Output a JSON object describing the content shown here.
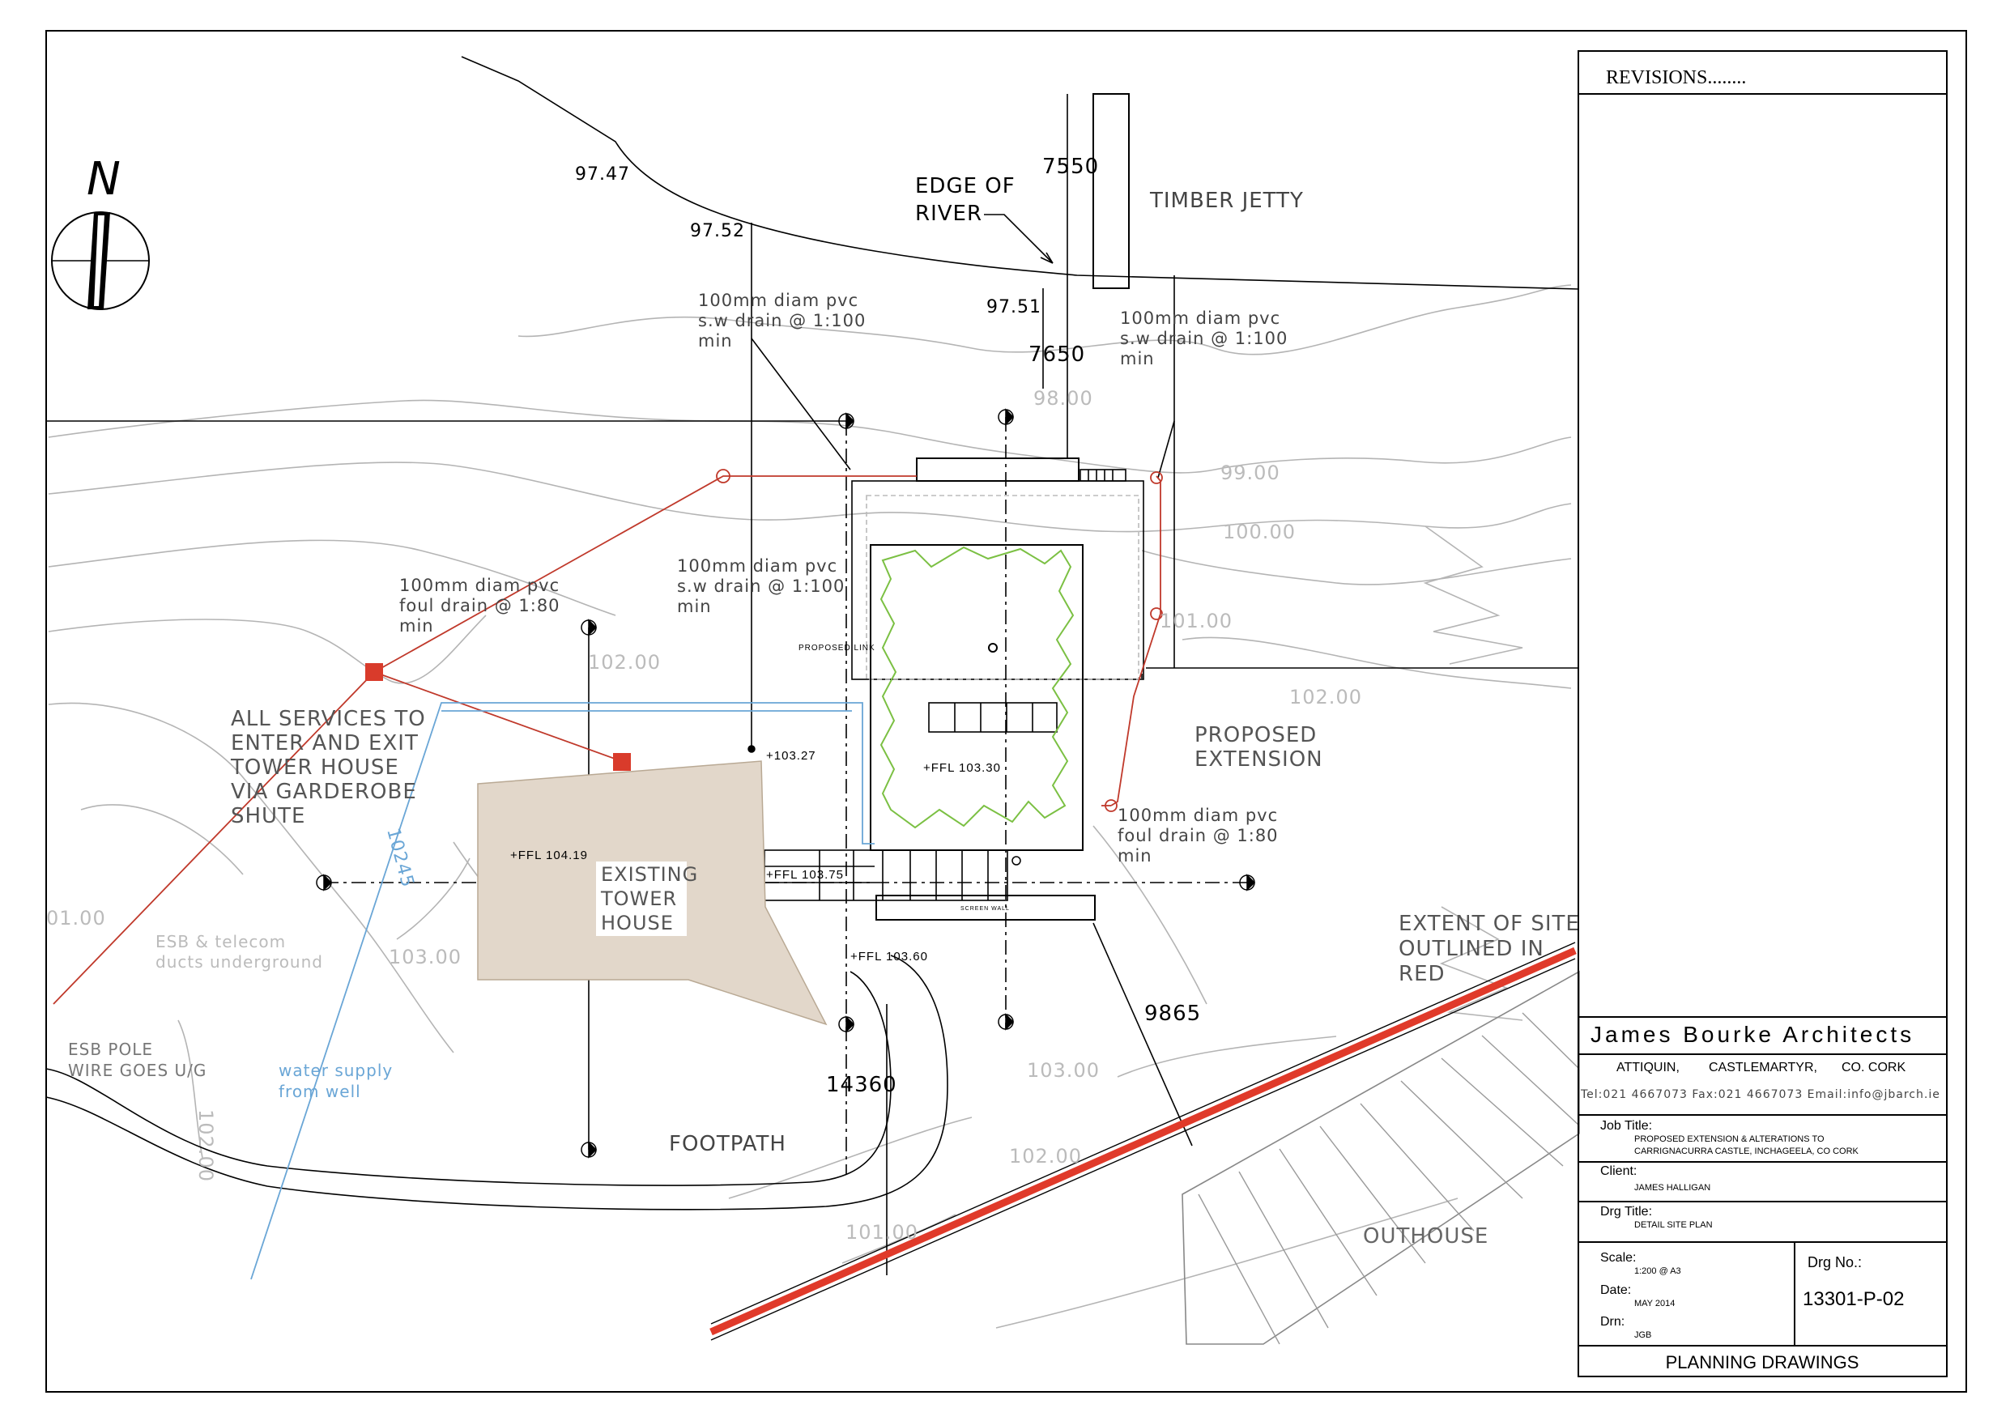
{
  "title_block": {
    "revisions": "REVISIONS........",
    "firm": "James Bourke Architects",
    "addr_1": "ATTIQUIN,",
    "addr_2": "CASTLEMARTYR,",
    "addr_3": "CO. CORK",
    "contact": "Tel:021  4667073  Fax:021  4667073  Email:info@jbarch.ie",
    "job_title_label": "Job Title:",
    "job_title_line1": "PROPOSED EXTENSION  & ALTERATIONS TO",
    "job_title_line2": "CARRIGNACURRA CASTLE, INCHAGEELA, CO CORK",
    "client_label": "Client:",
    "client": "JAMES HALLIGAN",
    "drg_title_label": "Drg Title:",
    "drg_title": "DETAIL SITE PLAN",
    "scale_label": "Scale:",
    "scale": "1:200 @ A3",
    "drg_no_label": "Drg No.:",
    "drg_no": "13301-P-02",
    "date_label": "Date:",
    "date": "MAY 2014",
    "drn_label": "Drn:",
    "drn": "JGB",
    "footer": "PLANNING DRAWINGS"
  },
  "plan": {
    "north": "N",
    "edge_of_river_1": "EDGE OF",
    "edge_of_river_2": "RIVER",
    "timber_jetty": "TIMBER JETTY",
    "level_9747": "97.47",
    "level_9752": "97.52",
    "level_9751": "97.51",
    "dim_7550": "7550",
    "dim_7650": "7650",
    "drain_a_1": "100mm  diam  pvc",
    "drain_a_2": "s.w  drain  @  1:100",
    "drain_a_3": "min",
    "drain_b_1": "100mm  diam  pvc",
    "drain_b_2": "s.w  drain  @  1:100",
    "drain_b_3": "min",
    "drain_c_1": "100mm  diam  pvc",
    "drain_c_2": "s.w  drain  @  1:100",
    "drain_c_3": "min",
    "foul_a_1": "100mm  diam  pvc",
    "foul_a_2": "foul  drain  @  1:80",
    "foul_a_3": "min",
    "foul_b_1": "100mm  diam  pvc",
    "foul_b_2": "foul  drain  @  1:80",
    "foul_b_3": "min",
    "services_1": "ALL  SERVICES  TO",
    "services_2": "ENTER  AND  EXIT",
    "services_3": "TOWER  HOUSE",
    "services_4": "VIA  GARDEROBE",
    "services_5": "SHUTE",
    "contour_98": "98.00",
    "contour_99": "99.00",
    "contour_100": "100.00",
    "contour_101a": "101.00",
    "contour_102a": "102.00",
    "contour_102b": "102.00",
    "contour_103a": "103.00",
    "contour_103b": "103.00",
    "contour_102c": "102.00",
    "contour_101b": "101.00",
    "contour_101c": "01.00",
    "contour_side": "102.00",
    "proposed_link": "PROPOSED LINK",
    "ffl_10327": "+103.27",
    "ffl_10330": "+FFL 103.30",
    "ffl_10419": "+FFL 104.19",
    "ffl_10375": "+FFL 103.75",
    "ffl_10360": "+FFL 103.60",
    "existing_1": "EXISTING",
    "existing_2": "TOWER",
    "existing_3": "HOUSE",
    "proposed_ext_1": "PROPOSED",
    "proposed_ext_2": "EXTENSION",
    "screen_wall": "SCREEN WALL",
    "dim_10245": "10245",
    "esb_ducts_1": "ESB  &  telecom",
    "esb_ducts_2": "ducts  underground",
    "esb_pole_1": "ESB  POLE",
    "esb_pole_2": "WIRE  GOES  U/G",
    "water_1": "water  supply",
    "water_2": "from  well",
    "dim_14360": "14360",
    "footpath": "FOOTPATH",
    "dim_9865": "9865",
    "site_extent_1": "EXTENT  OF  SITE",
    "site_extent_2": "OUTLINED  IN",
    "site_extent_3": "RED",
    "outhouse": "OUTHOUSE"
  },
  "colors": {
    "line": "#000000",
    "contour": "#b4b4b4",
    "foul_drain": "#c0392b",
    "site_boundary": "#e03a2a",
    "water": "#6aa6d6",
    "existing_fill": "#e2d7ca",
    "garden": "#7bc043"
  }
}
